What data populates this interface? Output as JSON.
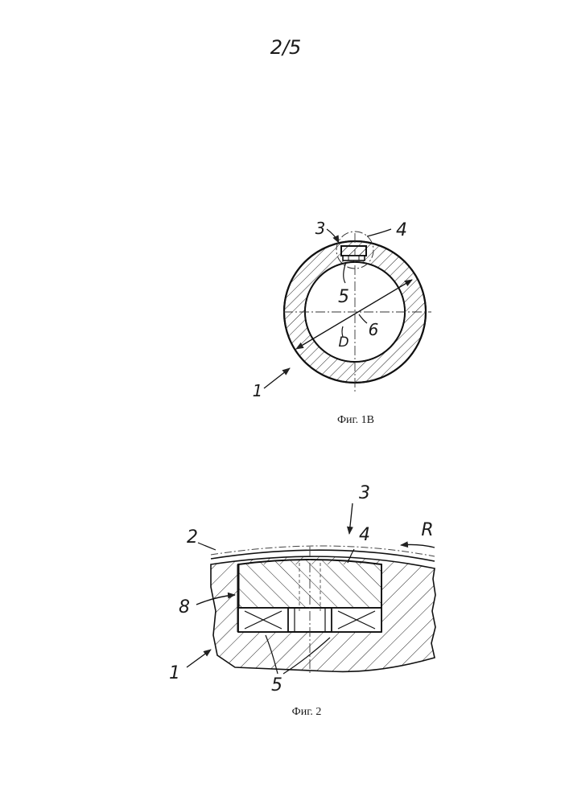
{
  "page": {
    "number": "2/5"
  },
  "figure_1b": {
    "caption": "Фиг. 1B",
    "labels": {
      "l1": "1",
      "l3": "3",
      "l4": "4",
      "l5": "5",
      "l6": "6",
      "lD": "D"
    }
  },
  "figure_2": {
    "caption": "Фиг. 2",
    "labels": {
      "l1": "1",
      "l2": "2",
      "l3": "3",
      "l4": "4",
      "l5": "5",
      "l8": "8",
      "lR": "R"
    }
  }
}
